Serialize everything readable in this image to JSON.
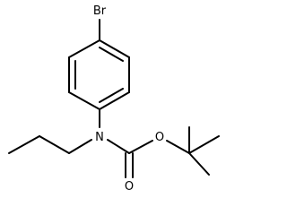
{
  "structure": {
    "atoms": {
      "bromine": "Br",
      "nitrogen": "N",
      "ester_oxygen": "O",
      "carbonyl_oxygen": "O"
    },
    "colors": {
      "bond": "#000000",
      "label": "#000000",
      "background": "#ffffff"
    }
  }
}
